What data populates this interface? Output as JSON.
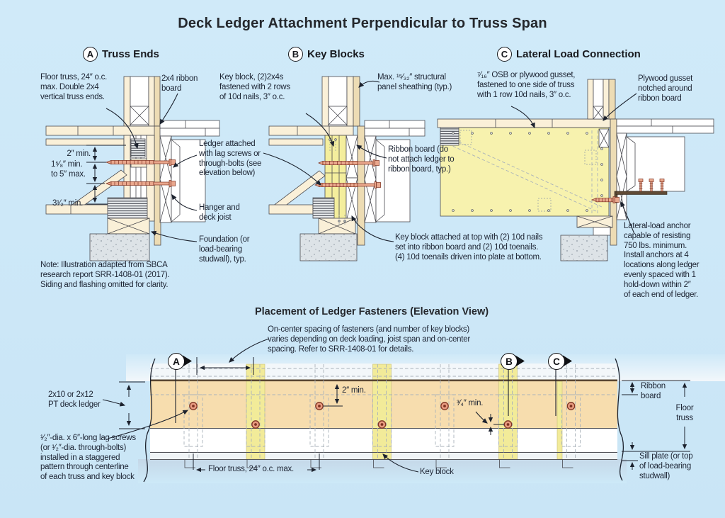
{
  "title": "Deck Ledger Attachment Perpendicular to Truss Span",
  "sections": {
    "a": {
      "letter": "A",
      "heading": "Truss Ends",
      "labels": {
        "floor_truss": "Floor truss, 24″ o.c.\nmax. Double 2x4\nvertical truss ends.",
        "ribbon_board": "2x4 ribbon\nboard",
        "dim_2": "2″ min.",
        "dim_158": "1⁵⁄₈″ min.\nto 5″ max.",
        "dim_312": "3¹⁄₂″ min.",
        "ledger": "Ledger attached\nwith lag screws or\nthrough-bolts (see\nelevation below)",
        "hanger": "Hanger and\ndeck joist",
        "foundation": "Foundation (or\nload-bearing\nstudwall), typ."
      }
    },
    "b": {
      "letter": "B",
      "heading": "Key Blocks",
      "labels": {
        "key_block": "Key block, (2)2x4s\nfastened with 2 rows\nof 10d nails, 3″ o.c.",
        "sheathing": "Max. ¹⁵⁄₃₂″ structural\npanel sheathing (typ.)",
        "ribbon_board": "Ribbon board (do\nnot attach ledger to\nribbon board, typ.)",
        "key_block_attach": "Key block attached at top with (2) 10d nails\nset into ribbon board and (2) 10d toenails.\n(4) 10d toenails driven into plate at bottom."
      }
    },
    "c": {
      "letter": "C",
      "heading": "Lateral Load Connection",
      "labels": {
        "gusset": "⁷⁄₁₆″ OSB or plywood gusset,\nfastened to one side of truss\nwith 1 row 10d nails, 3″ o.c.",
        "notched": "Plywood gusset\nnotched around\nribbon board",
        "anchor": "Lateral-load anchor\ncapable of resisting\n750 lbs. minimum.\nInstall anchors at 4\nlocations along ledger\nevenly spaced with 1\nhold-down within 2″\nof each end of ledger."
      }
    }
  },
  "note": "Note: Illustration adapted from SBCA\nresearch report SRR-1408-01 (2017).\nSiding and flashing omitted for clarity.",
  "elevation": {
    "title": "Placement of Ledger Fasteners (Elevation View)",
    "markers": {
      "a": "A",
      "b": "B",
      "c": "C"
    },
    "labels": {
      "spacing": "On-center spacing of fasteners (and number of key blocks)\nvaries depending on deck loading, joist span and on-center\nspacing. Refer to SRR-1408-01 for details.",
      "pt_ledger": "2x10 or 2x12\nPT deck ledger",
      "dim_2": "2″ min.",
      "dim_34": "³⁄₄″ min.",
      "ribbon_board": "Ribbon\nboard",
      "floor_truss": "Floor\ntruss",
      "lag_screws": "¹⁄₂″-dia. x 6″-long lag screws\n(or ¹⁄₂″-dia. through-bolts)\ninstalled in a staggered\npattern through centerline\nof each truss and key block",
      "truss_oc": "Floor truss, 24″ o.c. max.",
      "key_block": "Key block",
      "sill": "Sill plate (or top\nof load-bearing\nstudwall)"
    }
  },
  "colors": {
    "background": "#cfe9f8",
    "wood": "#faf0d8",
    "key_block_yellow": "#f4ee9d",
    "ledger_tan": "#f7ddae",
    "fastener": "#e89b80",
    "concrete": "#dde3e7"
  }
}
